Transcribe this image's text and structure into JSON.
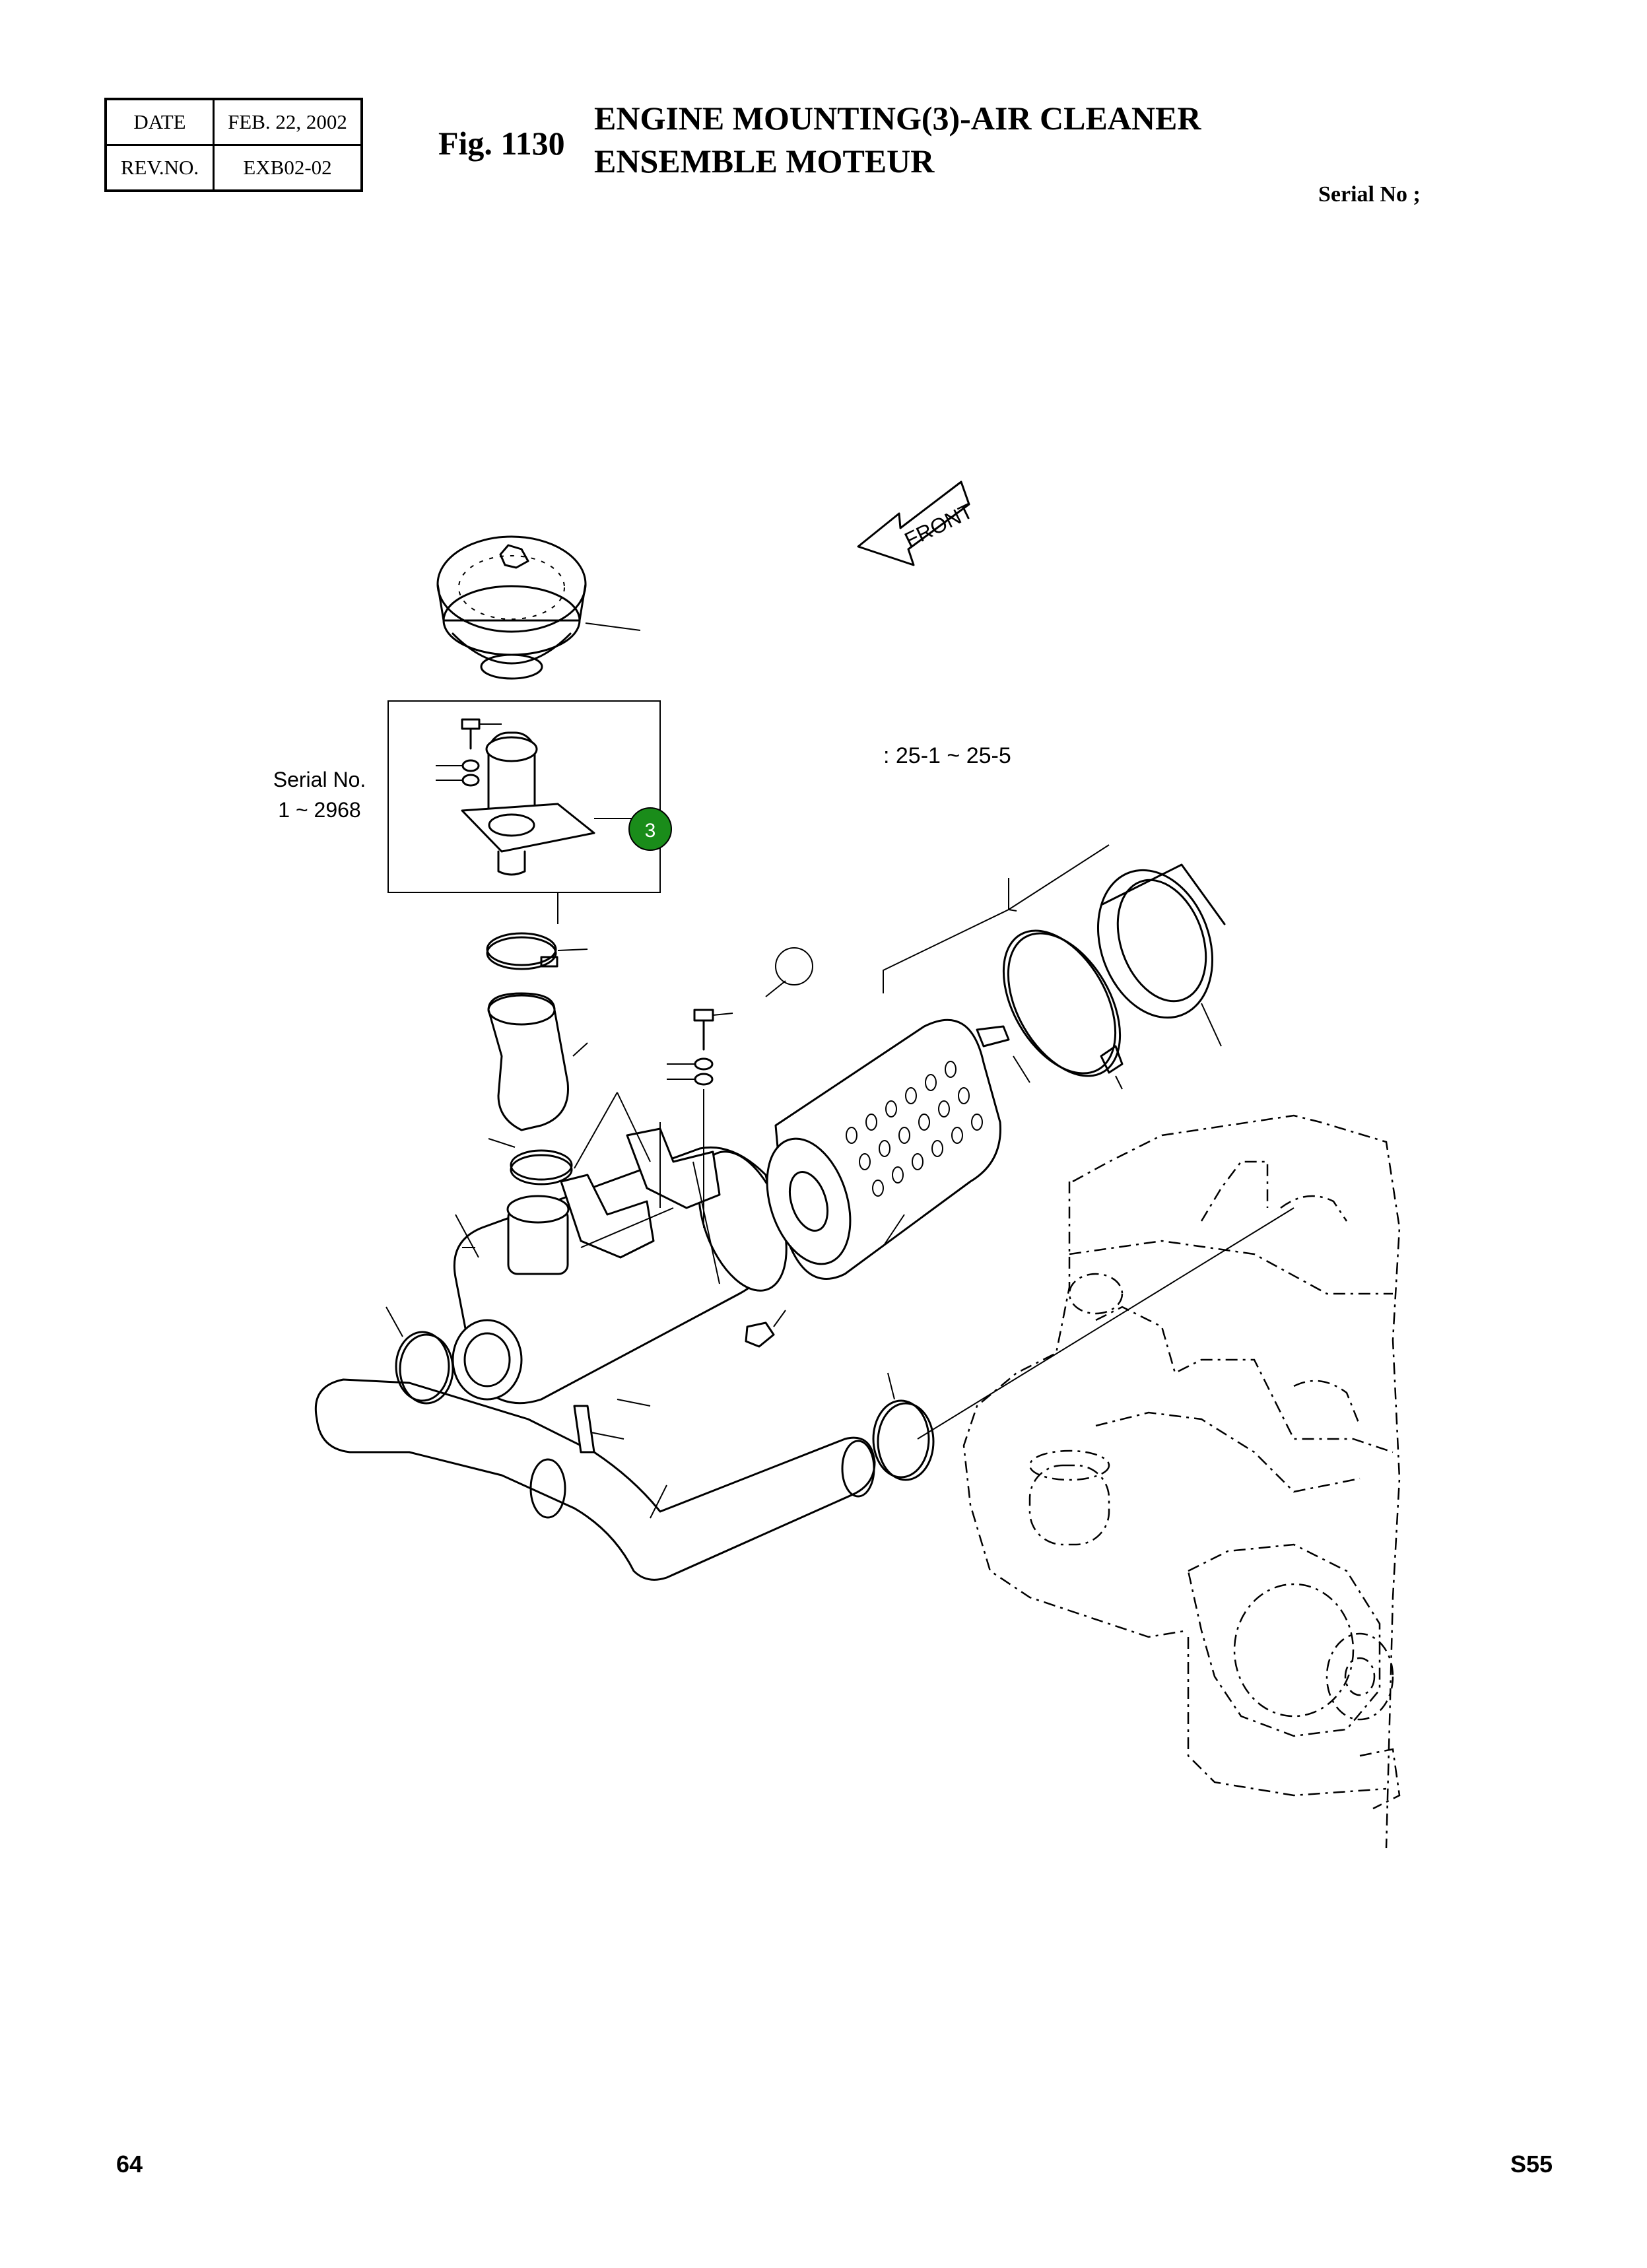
{
  "header": {
    "date_label": "DATE",
    "date_value": "FEB. 22, 2002",
    "rev_label": "REV.NO.",
    "rev_value": "EXB02-02",
    "fig_number": "Fig. 1130",
    "title_en": "ENGINE MOUNTING(3)-AIR CLEANER",
    "title_fr": "ENSEMBLE MOTEUR",
    "serial_heading": "Serial No ;"
  },
  "diagram": {
    "front_label": "FRONT",
    "serial_box_label": "Serial No.",
    "serial_box_range": "1 ~ 2968",
    "callout_number": "3",
    "callout_color": "#1a8c1a",
    "range_note": ": 25-1 ~ 25-5"
  },
  "footer": {
    "page_number": "64",
    "model_code": "S55"
  }
}
